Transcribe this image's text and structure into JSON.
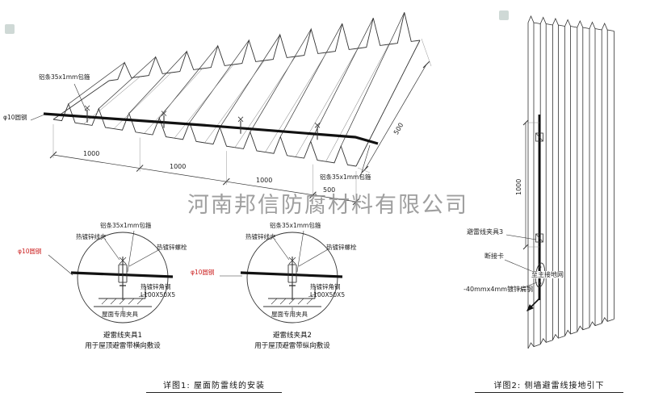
{
  "watermark": "河南邦信防腐材料有限公司",
  "colors": {
    "line": "#333333",
    "wire": "#111111",
    "red": "#cc2222",
    "text": "#222222",
    "watermark": "#8f8f8f"
  },
  "roof": {
    "label_strip_top": "铝条35x1mm包箍",
    "label_round_steel": "φ10圆钢",
    "label_strip_right": "铝条35x1mm包箍",
    "dim_1": "1000",
    "dim_2": "1000",
    "dim_3": "1000",
    "dim_4": "500",
    "dim_side": "500"
  },
  "detail1": {
    "strip": "铝条35x1mm包箍",
    "clamp": "热镀锌线夹",
    "bolt": "热镀锌螺栓",
    "round_steel": "φ10圆钢",
    "angle": "热镀锌角钢",
    "angle_spec": "L100X50X5",
    "fixture": "屋面专用夹具",
    "title": "避雷线夹具1",
    "subtitle": "用于屋顶避雷带横向敷设"
  },
  "detail2": {
    "strip": "铝条35x1mm包箍",
    "clamp": "热镀锌线夹",
    "bolt": "热镀锌螺栓",
    "round_steel": "φ10圆钢",
    "angle": "热镀锌角钢",
    "angle_spec": "L100X50X5",
    "fixture": "屋面专用夹具",
    "title": "避雷线夹具2",
    "subtitle": "用于屋顶避雷带纵向敷设"
  },
  "wall": {
    "dim": "1000",
    "clamp3": "避雷线夹具3",
    "disconnect": "断接卡",
    "to_ground": "至主接地网",
    "flat_steel": "-40mmx4mm镀锌扁钢"
  },
  "captions": {
    "fig1": "详图1: 屋面防雷线的安装",
    "fig2": "详图2: 侧墙避雷线接地引下"
  }
}
